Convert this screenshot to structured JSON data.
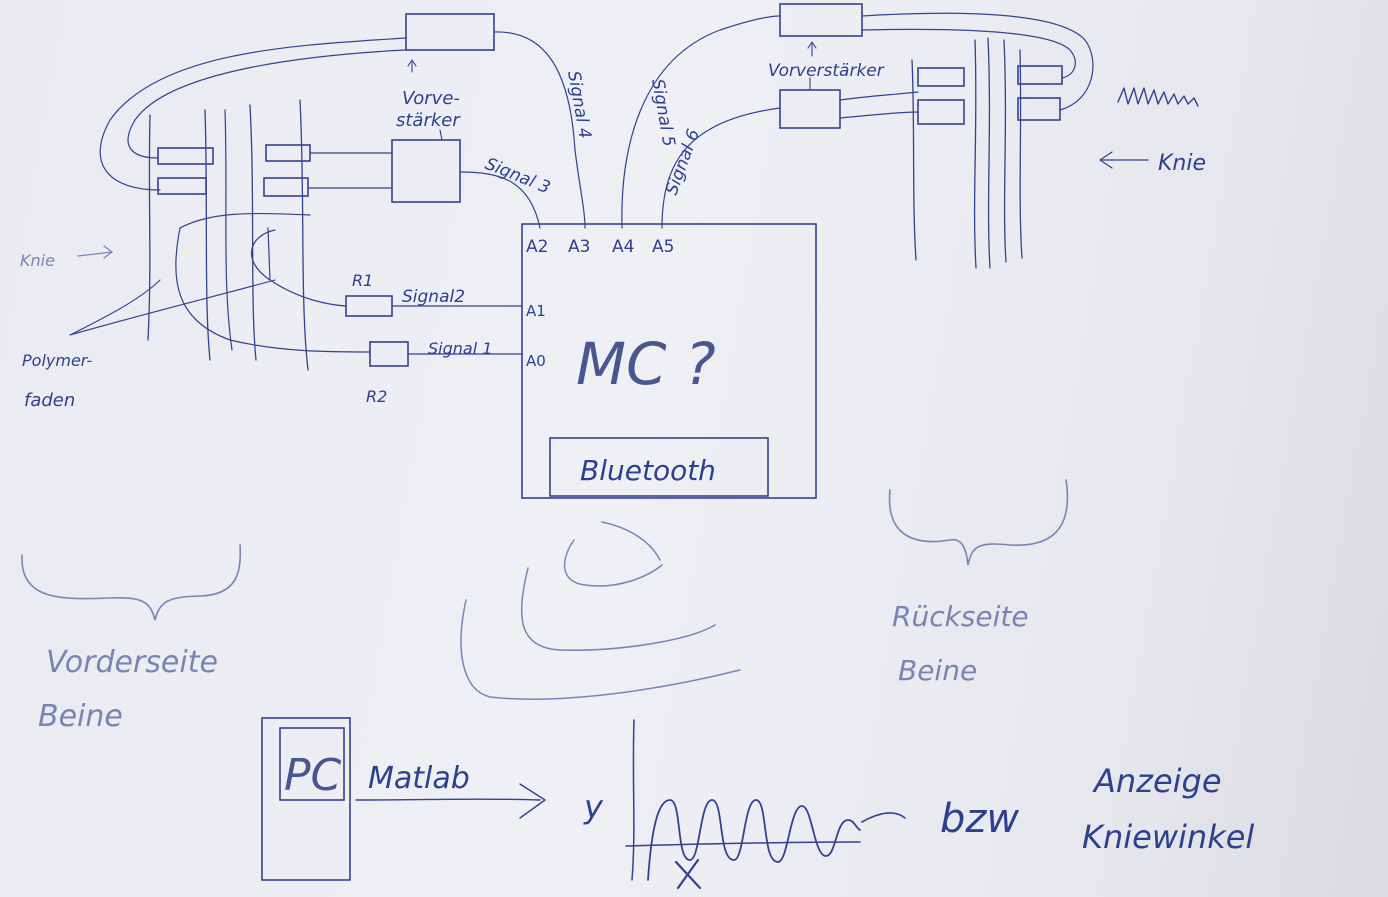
{
  "labels": {
    "preamp_left": [
      "Vorve-",
      "stärker"
    ],
    "preamp_right": "Vorverstärker",
    "signal1": "Signal 1",
    "signal2": "Signal2",
    "signal3": "Signal 3",
    "signal4": "Signal 4",
    "signal5": "Signal 5",
    "signal6": "Signal 6",
    "r1": "R1",
    "r2": "R2",
    "knie_left": "Knie",
    "knie_right": "Knie",
    "polymerfaden": [
      "Polymer-",
      "faden"
    ],
    "mc": "MC ?",
    "pins": [
      "A2",
      "A3",
      "A4",
      "A5",
      "A1",
      "A0"
    ],
    "bluetooth": "Bluetooth",
    "vorderseite": [
      "Vorderseite",
      "Beine"
    ],
    "rueckseite": [
      "Rückseite",
      "Beine"
    ],
    "pc": "PC",
    "matlab": "Matlab",
    "y_axis": "y",
    "bzw": "bzw",
    "anzeige": [
      "Anzeige",
      "Kniewinkel"
    ]
  },
  "colors": {
    "ink": "#34428f",
    "paper": "#eceef3"
  }
}
